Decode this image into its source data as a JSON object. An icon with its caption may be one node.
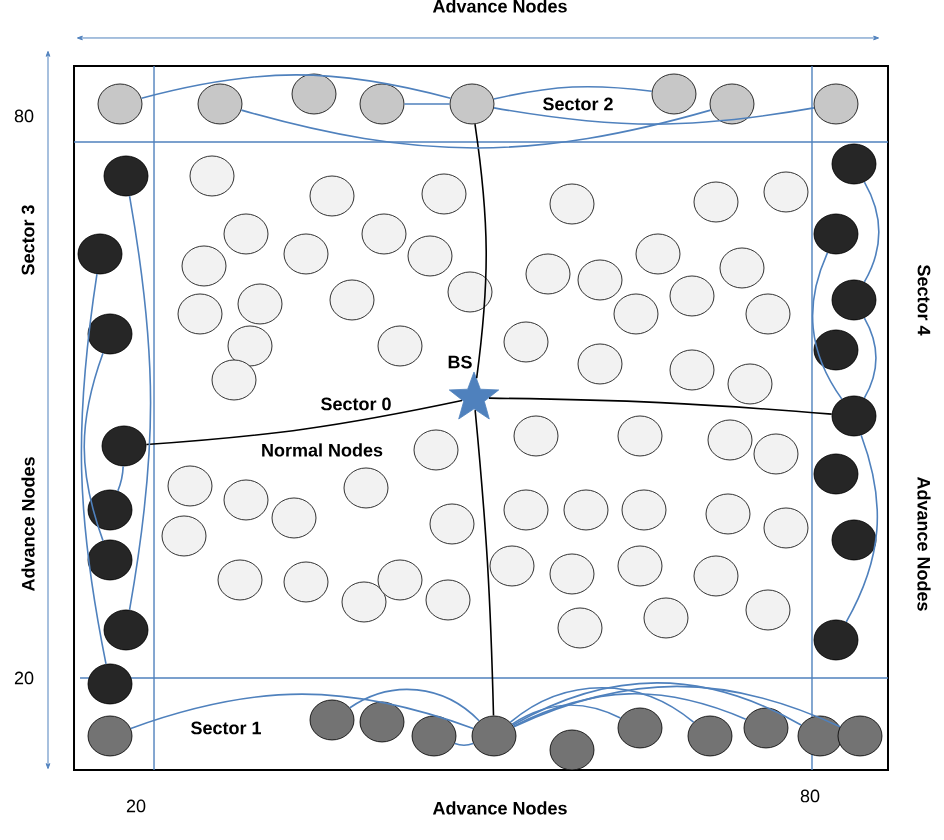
{
  "diagram": {
    "nodes": [
      {
        "text": [
          "BS"
        ]
      },
      {
        "text": [],
        "shape": "circle"
      },
      {
        "text": [],
        "shape": "circle"
      },
      {
        "text": [],
        "shape": "circle"
      },
      {
        "text": [],
        "shape": "circle"
      },
      {
        "text": [],
        "shape": "circle"
      },
      {
        "text": [],
        "shape": "circle"
      },
      {
        "text": [],
        "shape": "circle"
      },
      {
        "text": [],
        "shape": "circle"
      },
      {
        "text": [],
        "shape": "circle"
      },
      {
        "text": [],
        "shape": "circle"
      },
      {
        "text": [],
        "shape": "circle"
      },
      {
        "text": [],
        "shape": "circle"
      },
      {
        "text": [],
        "shape": "circle"
      },
      {
        "text": [],
        "shape": "circle"
      },
      {
        "text": [],
        "shape": "circle"
      },
      {
        "text": [],
        "shape": "circle"
      },
      {
        "text": [],
        "shape": "circle"
      },
      {
        "text": [],
        "shape": "circle"
      },
      {
        "text": [],
        "shape": "circle"
      },
      {
        "text": [],
        "shape": "circle"
      },
      {
        "text": [],
        "shape": "circle"
      },
      {
        "text": [],
        "shape": "circle"
      },
      {
        "text": [],
        "shape": "circle"
      },
      {
        "text": [],
        "shape": "circle"
      },
      {
        "text": [],
        "shape": "circle"
      },
      {
        "text": [],
        "shape": "circle"
      },
      {
        "text": [],
        "shape": "circle"
      },
      {
        "text": [],
        "shape": "circle"
      },
      {
        "text": [],
        "shape": "circle"
      },
      {
        "text": [],
        "shape": "circle"
      },
      {
        "text": [],
        "shape": "circle"
      },
      {
        "text": [],
        "shape": "circle"
      },
      {
        "text": [],
        "shape": "circle"
      },
      {
        "text": [],
        "shape": "circle"
      },
      {
        "text": [],
        "shape": "circle"
      },
      {
        "text": [],
        "shape": "circle"
      },
      {
        "text": [],
        "shape": "circle"
      },
      {
        "text": [],
        "shape": "circle"
      },
      {
        "text": [],
        "shape": "circle"
      },
      {
        "text": [],
        "shape": "circle"
      },
      {
        "text": [],
        "shape": "circle"
      },
      {
        "text": [],
        "shape": "circle"
      },
      {
        "text": [],
        "shape": "circle"
      },
      {
        "text": [],
        "shape": "circle"
      },
      {
        "text": [],
        "shape": "circle"
      },
      {
        "text": [],
        "shape": "circle"
      },
      {
        "text": [],
        "shape": "circle"
      },
      {
        "text": [],
        "shape": "circle"
      },
      {
        "text": [],
        "shape": "circle"
      },
      {
        "text": [],
        "shape": "circle"
      },
      {
        "text": [],
        "shape": "circle"
      },
      {
        "text": [],
        "shape": "circle"
      },
      {
        "text": [],
        "shape": "circle"
      },
      {
        "text": [],
        "shape": "circle"
      },
      {
        "text": [],
        "shape": "circle"
      },
      {
        "text": [],
        "shape": "circle"
      },
      {
        "text": [],
        "shape": "circle"
      },
      {
        "text": [],
        "shape": "circle"
      },
      {
        "text": [],
        "shape": "circle"
      },
      {
        "text": [],
        "shape": "circle"
      },
      {
        "text": [],
        "shape": "circle"
      },
      {
        "text": [],
        "shape": "circle"
      },
      {
        "text": [],
        "shape": "circle"
      },
      {
        "text": [],
        "shape": "circle"
      },
      {
        "text": [],
        "shape": "circle"
      },
      {
        "text": [],
        "shape": "circle"
      },
      {
        "text": [],
        "shape": "circle"
      },
      {
        "text": [],
        "shape": "circle"
      },
      {
        "text": [],
        "shape": "circle"
      },
      {
        "text": [],
        "shape": "circle"
      },
      {
        "text": [],
        "shape": "circle"
      },
      {
        "text": [],
        "shape": "circle"
      },
      {
        "text": [],
        "shape": "circle"
      },
      {
        "text": [],
        "shape": "circle"
      },
      {
        "text": [],
        "shape": "circle"
      },
      {
        "text": [],
        "shape": "circle"
      },
      {
        "text": [],
        "shape": "circle"
      },
      {
        "text": [],
        "shape": "circle"
      },
      {
        "text": [],
        "shape": "circle"
      },
      {
        "text": [],
        "shape": "circle"
      },
      {
        "text": [],
        "shape": "circle"
      },
      {
        "text": [],
        "shape": "circle"
      },
      {
        "text": [],
        "shape": "circle"
      },
      {
        "text": [],
        "shape": "circle"
      },
      {
        "text": [],
        "shape": "circle"
      },
      {
        "text": [],
        "shape": "circle"
      },
      {
        "text": [],
        "shape": "circle"
      },
      {
        "text": [],
        "shape": "circle"
      },
      {
        "text": [],
        "shape": "circle"
      },
      {
        "text": [],
        "shape": "circle"
      },
      {
        "text": [],
        "shape": "circle"
      },
      {
        "text": [],
        "shape": "circle"
      }
    ],
    "edges": [
      {
        "from": 0,
        "to": 5,
        "arrow": "none",
        "color": "#000000"
      },
      {
        "from": 0,
        "to": 12,
        "arrow": "none",
        "color": "#000000"
      },
      {
        "from": 0,
        "to": 21,
        "arrow": "none",
        "color": "#000000"
      },
      {
        "from": 0,
        "to": 29,
        "arrow": "none",
        "color": "#000000"
      },
      {
        "from": 1,
        "to": 5,
        "arrow": "none"
      },
      {
        "from": 2,
        "to": 7,
        "arrow": "none"
      },
      {
        "from": 4,
        "to": 5,
        "arrow": "none"
      },
      {
        "from": 5,
        "to": 8,
        "arrow": "none"
      },
      {
        "from": 5,
        "to": 6,
        "arrow": "none"
      },
      {
        "from": 25,
        "to": 29,
        "arrow": "none"
      },
      {
        "from": 26,
        "to": 29,
        "arrow": "none"
      },
      {
        "from": 28,
        "to": 29,
        "arrow": "none"
      },
      {
        "from": 29,
        "to": 35,
        "arrow": "none"
      },
      {
        "from": 29,
        "to": 33,
        "arrow": "none"
      },
      {
        "from": 29,
        "to": 32,
        "arrow": "none"
      },
      {
        "from": 29,
        "to": 34,
        "arrow": "none"
      },
      {
        "from": 29,
        "to": 31,
        "arrow": "none"
      },
      {
        "from": 9,
        "to": 15,
        "arrow": "none"
      },
      {
        "from": 10,
        "to": 16,
        "arrow": "none"
      },
      {
        "from": 11,
        "to": 14,
        "arrow": "none"
      },
      {
        "from": 12,
        "to": 13,
        "arrow": "none"
      },
      {
        "from": 17,
        "to": 19,
        "arrow": "none"
      },
      {
        "from": 18,
        "to": 21,
        "arrow": "none"
      },
      {
        "from": 21,
        "to": 24,
        "arrow": "none"
      },
      {
        "from": 19,
        "to": 21,
        "arrow": "none"
      }
    ],
    "labels": [
      "Advance Nodes",
      "80",
      "Sector 2",
      "Sector 3",
      "Advance Nodes",
      "Sector 4",
      "Advance Nodes",
      "Sector 0",
      "Normal Nodes",
      "20",
      "Sector 1",
      "20",
      "Advance Nodes",
      "80"
    ]
  }
}
